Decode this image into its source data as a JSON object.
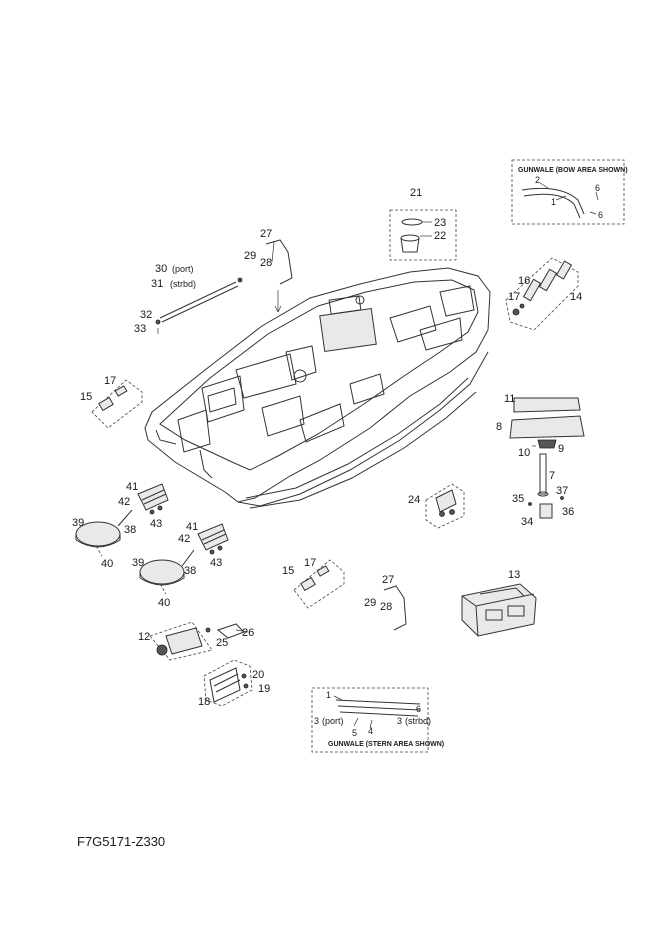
{
  "diagram_id": "F7G5171-Z330",
  "callouts": {
    "c1": "1",
    "c2": "2",
    "c3": "3",
    "c4": "4",
    "c5": "5",
    "c6": "6",
    "c7": "7",
    "c8": "8",
    "c9": "9",
    "c10": "10",
    "c11": "11",
    "c12": "12",
    "c13": "13",
    "c14": "14",
    "c15": "15",
    "c16": "16",
    "c17": "17",
    "c18": "18",
    "c19": "19",
    "c20": "20",
    "c21": "21",
    "c22": "22",
    "c23": "23",
    "c24": "24",
    "c25": "25",
    "c26": "26",
    "c27": "27",
    "c28": "28",
    "c29": "29",
    "c30": "30",
    "c31": "31",
    "c32": "32",
    "c33": "33",
    "c34": "34",
    "c35": "35",
    "c36": "36",
    "c37": "37",
    "c38": "38",
    "c39": "39",
    "c40": "40",
    "c41": "41",
    "c42": "42",
    "c43": "43"
  },
  "qualifiers": {
    "port": "(port)",
    "strbd": "(strbd)"
  },
  "inset_bow": {
    "title": "GUNWALE (BOW AREA SHOWN)"
  },
  "inset_stern": {
    "title": "GUNWALE (STERN AREA SHOWN)"
  }
}
